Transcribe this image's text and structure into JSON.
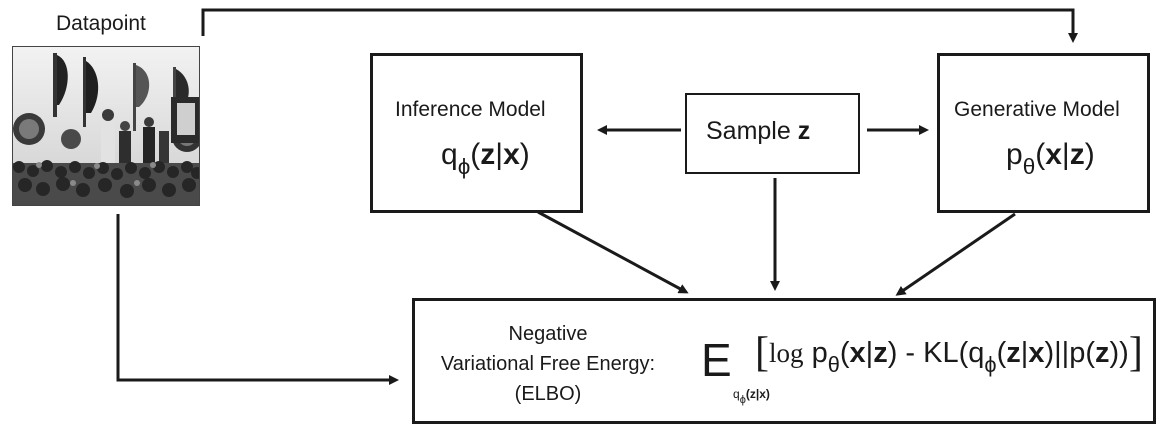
{
  "datapoint": {
    "label": "Datapoint",
    "image": "historical-photo-crowd-rally"
  },
  "inference_model": {
    "title": "Inference Model",
    "q": "q",
    "q_sub": "ϕ",
    "open": "(",
    "z": "z",
    "bar": "|",
    "x": "x",
    "close": ")"
  },
  "sample": {
    "text": "Sample ",
    "z": "z"
  },
  "generative_model": {
    "title": "Generative Model",
    "p": "p",
    "p_sub": "θ",
    "open": "(",
    "x": "x",
    "bar": "|",
    "z": "z",
    "close": ")"
  },
  "elbo": {
    "line1": "Negative",
    "line2": "Variational Free Energy:",
    "line3": "(ELBO)",
    "E": "E",
    "E_sub_q": "q",
    "E_sub_phi": "ϕ",
    "E_sub_arg": "(z|x)",
    "lbracket": "[",
    "log": "log",
    "p": "p",
    "p_sub": "θ",
    "px_open": "(",
    "px_x": "x",
    "px_bar": "|",
    "px_z": "z",
    "px_close": ")",
    "minus_kl": " - KL(",
    "q": "q",
    "q_sub": "ϕ",
    "q_open": "(",
    "q_z": "z",
    "q_bar": "|",
    "q_x": "x",
    "q_close": ")",
    "dbar": "||",
    "pz_p": "p(",
    "pz_z": "z",
    "pz_close": "))",
    "rbracket": "]"
  },
  "colors": {
    "stroke": "#1a1a1a",
    "background": "#ffffff"
  }
}
